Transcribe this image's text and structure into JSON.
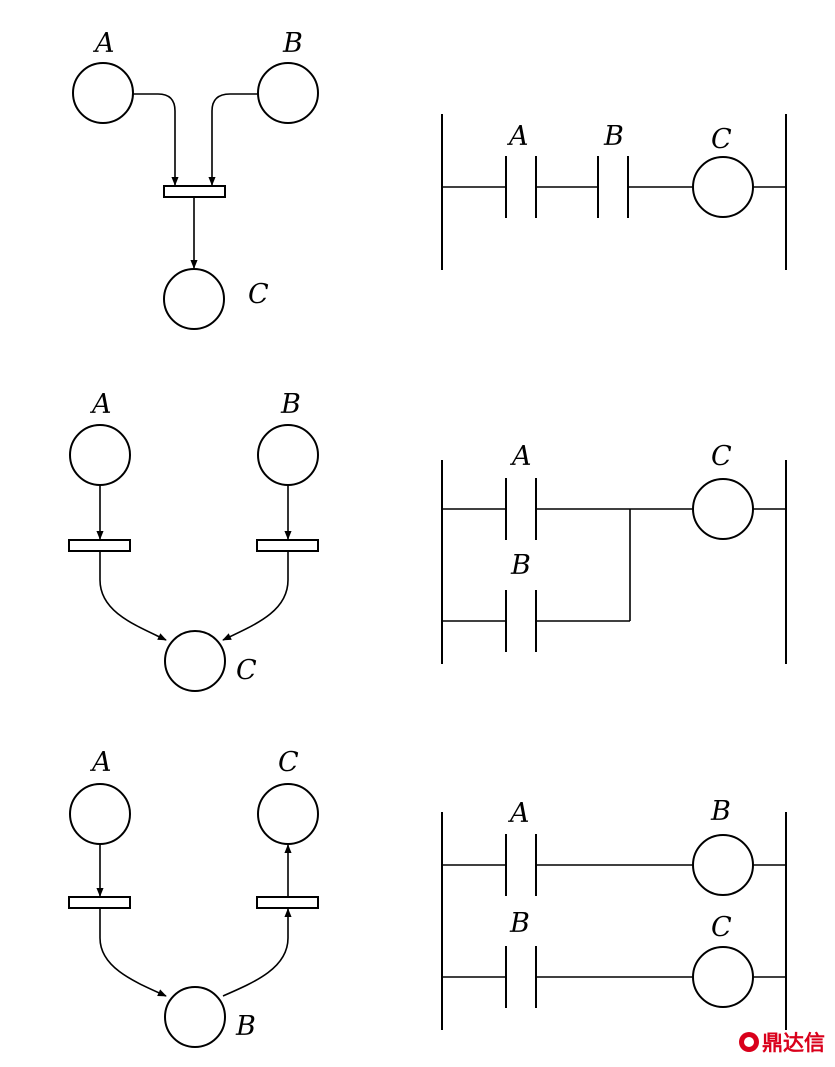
{
  "diagram": {
    "row1": {
      "petri": {
        "place_a": "A",
        "place_b": "B",
        "place_c": "C"
      },
      "ladder": {
        "contact_a": "A",
        "contact_b": "B",
        "coil_c": "C"
      }
    },
    "row2": {
      "petri": {
        "place_a": "A",
        "place_b": "B",
        "place_c": "C"
      },
      "ladder": {
        "contact_a": "A",
        "contact_b": "B",
        "coil_c": "C"
      }
    },
    "row3": {
      "petri": {
        "place_a": "A",
        "place_c": "C",
        "place_b": "B"
      },
      "ladder": {
        "contact_a": "A",
        "coil_b": "B",
        "contact_b": "B",
        "coil_c": "C"
      }
    }
  },
  "watermark": {
    "text": "鼎达信",
    "color": "#d9001b"
  }
}
